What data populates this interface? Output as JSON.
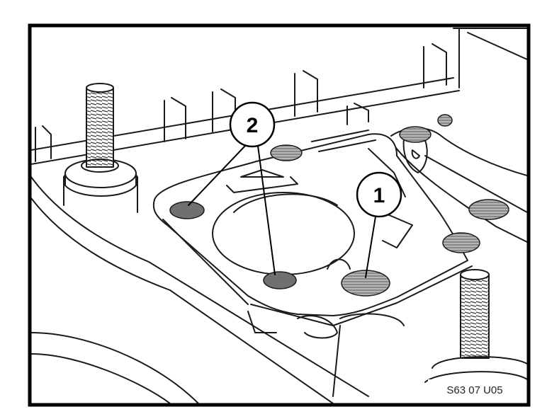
{
  "figure": {
    "callouts": [
      {
        "id": "1",
        "label": "1"
      },
      {
        "id": "2",
        "label": "2"
      }
    ],
    "reference_code": "S63 07 U05"
  },
  "colors": {
    "line": "#1a1a1a",
    "frame": "#000000",
    "pad_dark": "#707070",
    "pad_light": "#9a9a9a",
    "background": "#ffffff"
  }
}
